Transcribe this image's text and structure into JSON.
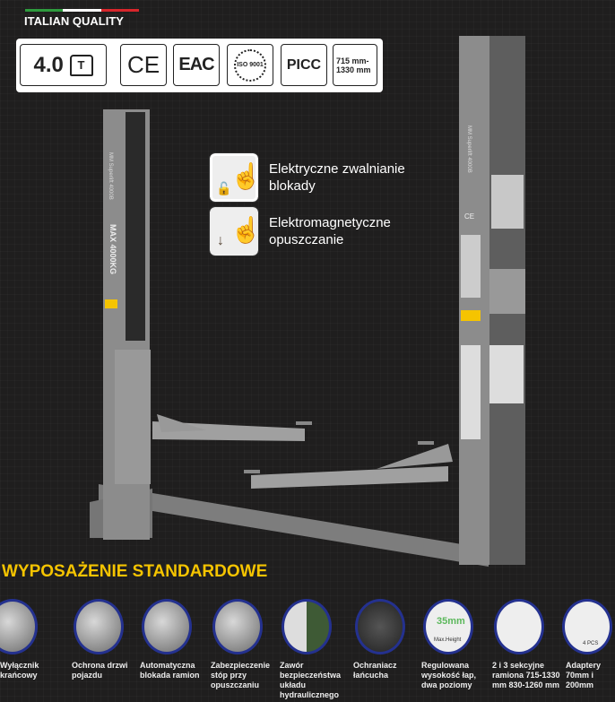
{
  "header": {
    "tagline": "ITALIAN QUALITY",
    "flag_colors": [
      "#2e9b3e",
      "#ffffff",
      "#d8262b"
    ]
  },
  "certs": {
    "capacity": "4.0",
    "capacity_icon": "T",
    "ce": "CE",
    "eac": "EAC",
    "iso": "ISO 9001",
    "picc": "PICC",
    "range_1": "715 mm-",
    "range_2": "1330 mm"
  },
  "lift": {
    "brand_label": "MM Superlift 4000B",
    "max_label": "MAX 4000KG",
    "ce": "CE"
  },
  "features": [
    {
      "line1": "Elektryczne zwalnianie",
      "line2": "blokady",
      "icon": "unlock-hand-icon"
    },
    {
      "line1": "Elektromagnetyczne",
      "line2": "opuszczanie",
      "icon": "lower-hand-icon"
    }
  ],
  "equipment": {
    "title": "WYPOSAŻENIE STANDARDOWE",
    "items": [
      {
        "label": "Wyłącznik krańcowy"
      },
      {
        "label": "Ochrona drzwi pojazdu"
      },
      {
        "label": "Automatyczna blokada ramion"
      },
      {
        "label": "Zabezpieczenie stóp przy opuszczaniu"
      },
      {
        "label": "Zawór bezpieczeństwa układu hydraulicznego"
      },
      {
        "label": "Ochraniacz łańcucha"
      },
      {
        "label": "Regulowana wysokość łap, dwa poziomy",
        "badge": "35mm",
        "badge2": "Max.Height"
      },
      {
        "label": "2 i 3 sekcyjne ramiona 715-1330 mm 830-1260 mm"
      },
      {
        "label": "Adaptery 70mm i 200mm",
        "badge": "4 PCS"
      }
    ]
  },
  "colors": {
    "accent": "#f5c400",
    "ring": "#24318f",
    "lift": "#8a8a8a"
  }
}
